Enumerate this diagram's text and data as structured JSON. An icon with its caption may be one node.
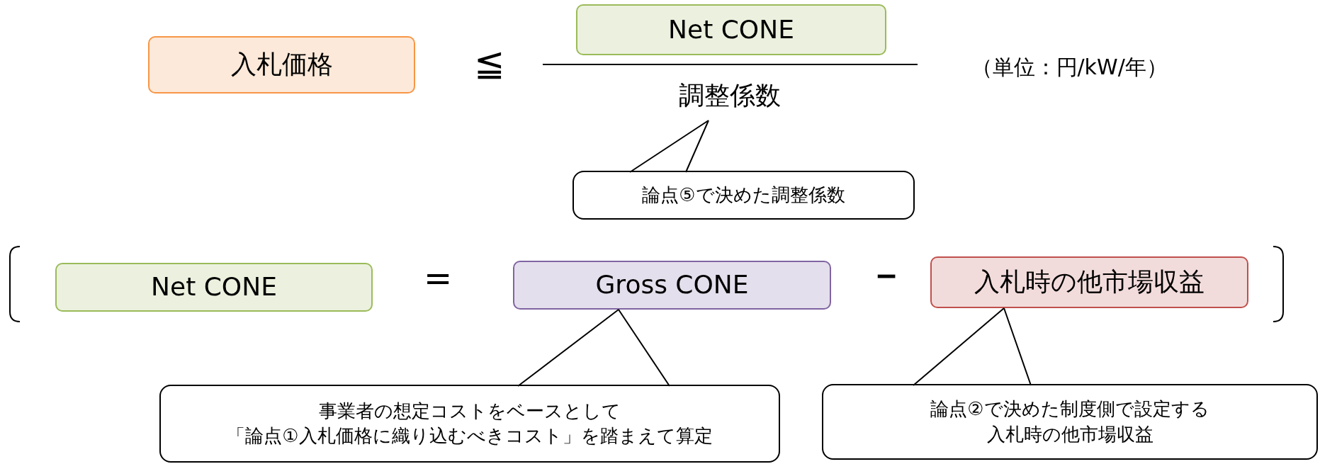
{
  "diagram": {
    "nodes": [
      {
        "text": [
          "入札価格"
        ]
      },
      {
        "text": [
          "Net CONE"
        ]
      },
      {
        "text": [
          "調整係数"
        ]
      },
      {
        "text": [
          "論点⑤で決めた調整係数"
        ]
      },
      {
        "text": [
          "Net CONE"
        ]
      },
      {
        "text": [
          "Gross CONE"
        ]
      },
      {
        "text": [
          "入札時の他市場収益"
        ]
      },
      {
        "text": [
          "事業者の想定コストをベースとして「論点①入札価格に織り込むべきコスト」を踏まえて算定"
        ]
      },
      {
        "text": [
          "論点②で決めた制度側で設定する入札時の他市場収益"
        ]
      }
    ],
    "edges": [
      {
        "from": 3,
        "to": 2,
        "arrow": "none"
      },
      {
        "from": 7,
        "to": 5,
        "arrow": "none"
      },
      {
        "from": 8,
        "to": 6,
        "arrow": "none"
      }
    ],
    "labels": [
      "≦",
      "（単位：円/kW/年）",
      "=",
      "－"
    ]
  }
}
